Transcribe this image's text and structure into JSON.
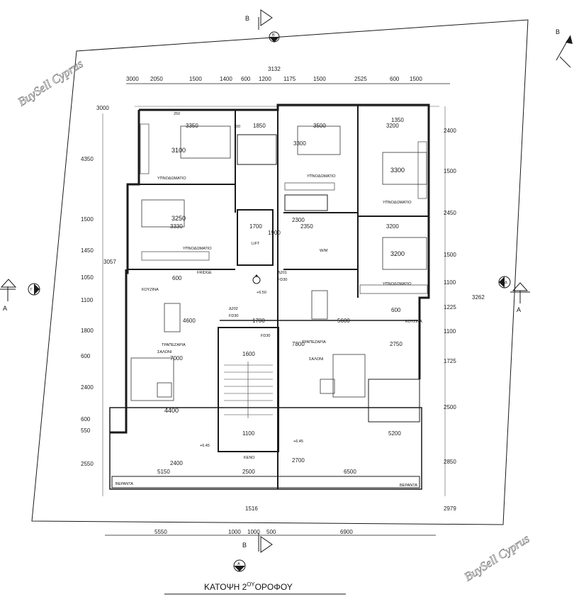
{
  "title": {
    "main": "ΚΑΤΟΨΗ 2",
    "sup": "ΟΥ",
    "rest": "ΟΡΟΦΟΥ"
  },
  "watermark": "BuySell Cyprus",
  "sections": {
    "b": "B",
    "g": "Γ",
    "d": "Δ",
    "a": "A"
  },
  "dims_top_row": [
    "3000",
    "2050",
    "1500",
    "1400",
    "600",
    "1200",
    "1175",
    "1500",
    "2525",
    "600",
    "1500"
  ],
  "dims_top_overall": "3132",
  "dims_left": [
    "4350",
    "1500",
    "1450",
    "1050",
    "1100",
    "1800",
    "600",
    "2400",
    "600",
    "550",
    "2550"
  ],
  "dims_right": [
    "2400",
    "1500",
    "2450",
    "1500",
    "1100",
    "1225",
    "1100",
    "1725",
    "2500",
    "2850"
  ],
  "dims_bottom": [
    "5550",
    "1000",
    "1000",
    "500",
    "6900"
  ],
  "dims_misc": {
    "d3000": "3000",
    "d3057": "3057",
    "d3262": "3262",
    "d2979": "2979",
    "d1516": "1516",
    "d3350": "3350",
    "d3100": "3100",
    "d1850": "1850",
    "d3500": "3500",
    "d3300a": "3300",
    "d3200a": "3200",
    "d1350": "1350",
    "d3300b": "3300",
    "d3250": "3250",
    "d3330": "3330",
    "d1700a": "1700",
    "d1900": "1900",
    "d2300": "2300",
    "d2350": "2350",
    "d3200b": "3200",
    "d3200c": "3200",
    "d4600": "4600",
    "d1700b": "1700",
    "d5600": "5600",
    "d7000": "7000",
    "d7800": "7800",
    "d2750": "2750",
    "d4400": "4400",
    "d1100": "1100",
    "d5200": "5200",
    "d2400": "2400",
    "d5150": "5150",
    "d2500": "2500",
    "d2700": "2700",
    "d6500": "6500",
    "d600a": "600",
    "d600b": "600",
    "d1600": "1600",
    "d250": "250",
    "d100": "100"
  },
  "labels": {
    "bedroom": "ΥΠΝΟΔΩΜΑΤΙΟ",
    "kitchen": "ΚΟΥΖΙΝΑ",
    "dining": "ΤΡΑΠΕΖΑΡΙΑ",
    "living": "ΣΑΛΟΝΙ",
    "veranda": "ΒΕΡΑΝΤΑ",
    "void": "ΚΕΝΟ",
    "lift": "LIFT",
    "fridge": "FRIDGE",
    "wm": "W/M",
    "elev_small": "+6.50",
    "elev_a": "+6.45",
    "elev_b": "+6.45",
    "door_d201": "Δ201",
    "door_fd30a": "FD30",
    "door_d202": "Δ202",
    "door_fd30b": "FD30",
    "door_fd30c": "FD30"
  },
  "colors": {
    "line": "#1a1a1a",
    "thin": "#555555",
    "hatch": "#777777",
    "watermark": "#8a8a8a"
  }
}
